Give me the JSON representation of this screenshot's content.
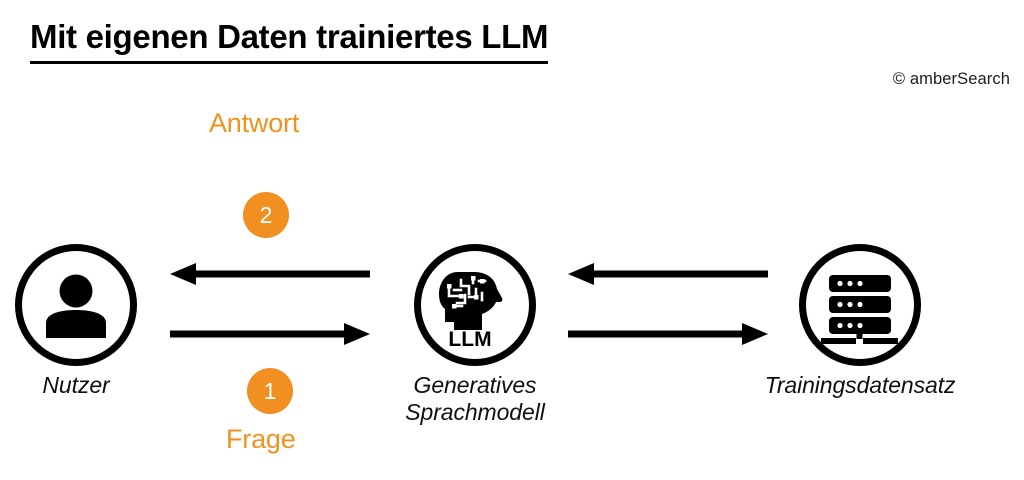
{
  "header": {
    "title": "Mit eigenen Daten trainiertes LLM",
    "copyright": "© amberSearch"
  },
  "colors": {
    "accent_orange": "#F18F21",
    "label_orange": "#EE9322",
    "ink": "#000000",
    "background": "#FFFFFF"
  },
  "diagram": {
    "type": "flow",
    "nodes": [
      {
        "id": "user",
        "label": "Nutzer",
        "icon": "person-icon"
      },
      {
        "id": "llm",
        "label_line1": "Generatives",
        "label_line2": "Sprachmodell",
        "icon": "brain-head-icon",
        "icon_caption": "LLM"
      },
      {
        "id": "dataset",
        "label": "Trainingsdatensatz",
        "icon": "server-rack-icon"
      }
    ],
    "flows": [
      {
        "id": "answer",
        "direction": "left",
        "from": "llm",
        "to": "user",
        "step": "2",
        "label": "Antwort"
      },
      {
        "id": "question",
        "direction": "right",
        "from": "user",
        "to": "llm",
        "step": "1",
        "label": "Frage"
      },
      {
        "id": "training-in",
        "direction": "left",
        "from": "dataset",
        "to": "llm",
        "step": "",
        "label": ""
      },
      {
        "id": "training-out",
        "direction": "right",
        "from": "llm",
        "to": "dataset",
        "step": "",
        "label": ""
      }
    ]
  }
}
